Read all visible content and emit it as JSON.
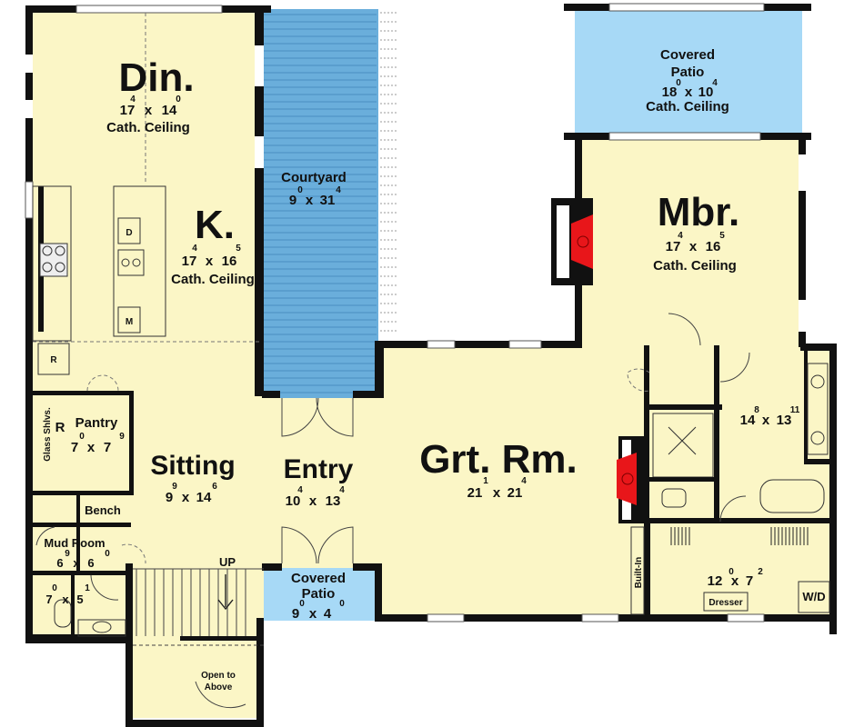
{
  "rooms": {
    "dining": {
      "name": "Din.",
      "size_a": "17",
      "sup_a": "4",
      "size_b": "14",
      "sup_b": "0",
      "note": "Cath. Ceiling"
    },
    "kitchen": {
      "name": "K.",
      "size_a": "17",
      "sup_a": "4",
      "size_b": "16",
      "sup_b": "5",
      "note": "Cath. Ceiling",
      "dishwasher": "D",
      "microwave": "M",
      "fridge": "R"
    },
    "courtyard": {
      "name": "Courtyard",
      "size_a": "9",
      "sup_a": "0",
      "size_b": "31",
      "sup_b": "4"
    },
    "covered_patio_top": {
      "name_line1": "Covered",
      "name_line2": "Patio",
      "size_a": "18",
      "sup_a": "0",
      "size_b": "10",
      "sup_b": "4",
      "note": "Cath. Ceiling"
    },
    "master": {
      "name": "Mbr.",
      "size_a": "17",
      "sup_a": "4",
      "size_b": "16",
      "sup_b": "5",
      "note": "Cath. Ceiling"
    },
    "pantry": {
      "name": "Pantry",
      "fridge": "R",
      "size_a": "7",
      "sup_a": "0",
      "size_b": "7",
      "sup_b": "9",
      "shelves": "Glass Shlvs."
    },
    "sitting": {
      "name": "Sitting",
      "size_a": "9",
      "sup_a": "9",
      "size_b": "14",
      "sup_b": "6"
    },
    "entry": {
      "name": "Entry",
      "size_a": "10",
      "sup_a": "4",
      "size_b": "13",
      "sup_b": "4"
    },
    "great_room": {
      "name": "Grt. Rm.",
      "size_a": "21",
      "sup_a": "1",
      "size_b": "21",
      "sup_b": "4"
    },
    "master_bath": {
      "size_a": "14",
      "sup_a": "8",
      "size_b": "13",
      "sup_b": "11"
    },
    "bench": {
      "name": "Bench"
    },
    "mud_room": {
      "name": "Mud Room",
      "size_a": "6",
      "sup_a": "9",
      "size_b": "6",
      "sup_b": "0"
    },
    "powder": {
      "size_a": "7",
      "sup_a": "0",
      "size_b": "5",
      "sup_b": "1"
    },
    "stairs": {
      "up": "UP",
      "open_line1": "Open to",
      "open_line2": "Above"
    },
    "covered_patio_bottom": {
      "name_line1": "Covered",
      "name_line2": "Patio",
      "size_a": "9",
      "sup_a": "0",
      "size_b": "4",
      "sup_b": "0"
    },
    "closet": {
      "size_a": "12",
      "sup_a": "0",
      "size_b": "7",
      "sup_b": "2",
      "dresser": "Dresser",
      "built_in": "Built-In",
      "laundry": "W/D"
    }
  },
  "colors": {
    "floor": "#fbf6c6",
    "patio": "#a7d9f6",
    "courtyard": "#6aaedb",
    "wall": "#111111",
    "fireplace": "#e8161a"
  }
}
